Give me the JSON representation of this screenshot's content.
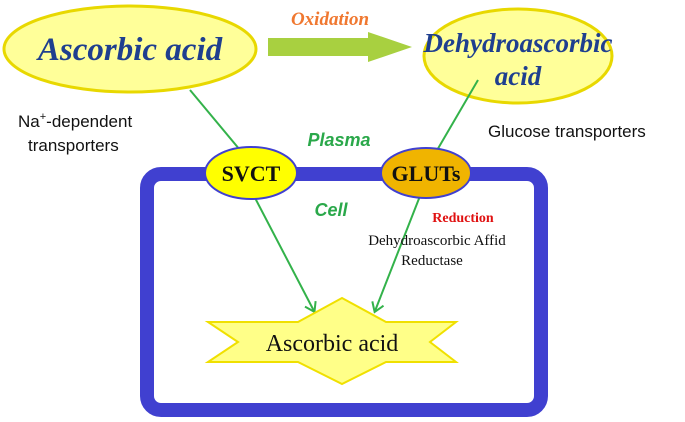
{
  "nodes": {
    "ascorbic_top": "Ascorbic acid",
    "dehydro_line1": "Dehydroascorbic",
    "dehydro_line2": "acid",
    "svct": "SVCT",
    "gluts": "GLUTs",
    "ascorbic_cell": "Ascorbic acid"
  },
  "labels": {
    "oxidation": "Oxidation",
    "na_prefix": "Na",
    "na_sup": "+",
    "na_suffix": "-dependent",
    "na_line2": "transporters",
    "glucose": "Glucose transporters",
    "plasma": "Plasma",
    "cell": "Cell",
    "reduction": "Reduction",
    "reductase_line1": "Dehydroascorbic Affid",
    "reductase_line2": "Reductase"
  },
  "colors": {
    "ellipse_fill": "#ffff99",
    "ellipse_stroke": "#e8d800",
    "node_text": "#1f3f8f",
    "oxidation_text": "#f07830",
    "oxidation_arrow": "#a8d040",
    "connector": "#33b24a",
    "cell_border": "#4040d0",
    "svct_fill": "#ffff00",
    "gluts_fill": "#f0b400",
    "green_label": "#2aa84a",
    "reduction_text": "#e01010",
    "star_fill": "#ffff88",
    "star_stroke": "#f0e000"
  }
}
